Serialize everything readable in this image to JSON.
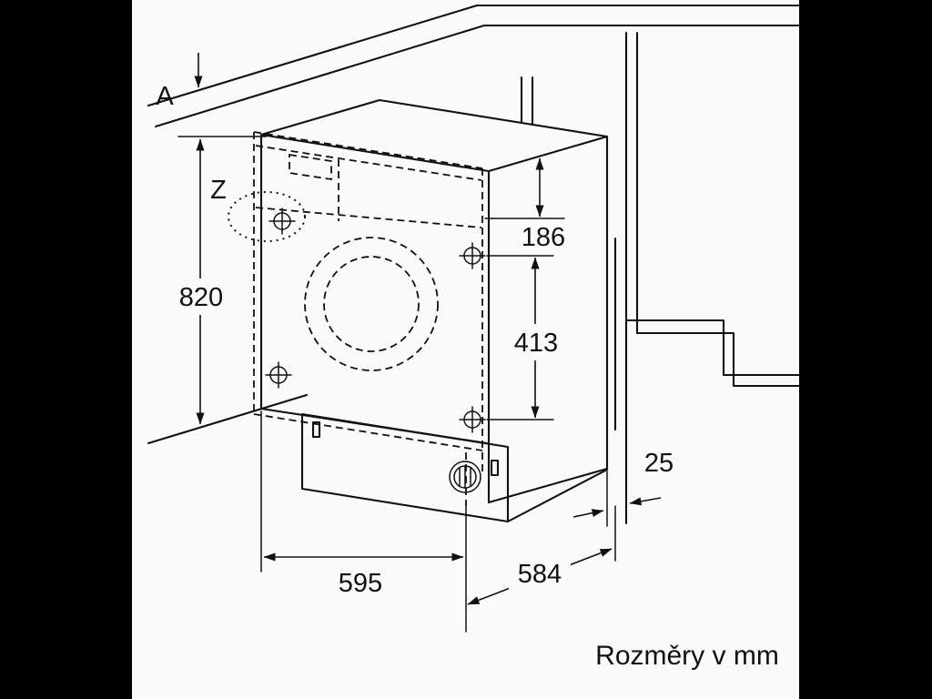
{
  "frame": {
    "caption": "Rozměry v mm"
  },
  "dimensions": {
    "label_a": "A",
    "label_z": "Z",
    "height": "820",
    "control_panel_height": "186",
    "mounting_span": "413",
    "side_clearance": "25",
    "width": "595",
    "depth": "584"
  },
  "colors": {
    "line": "#111111",
    "background": "#fafafa",
    "pillarbox": "#000000"
  }
}
